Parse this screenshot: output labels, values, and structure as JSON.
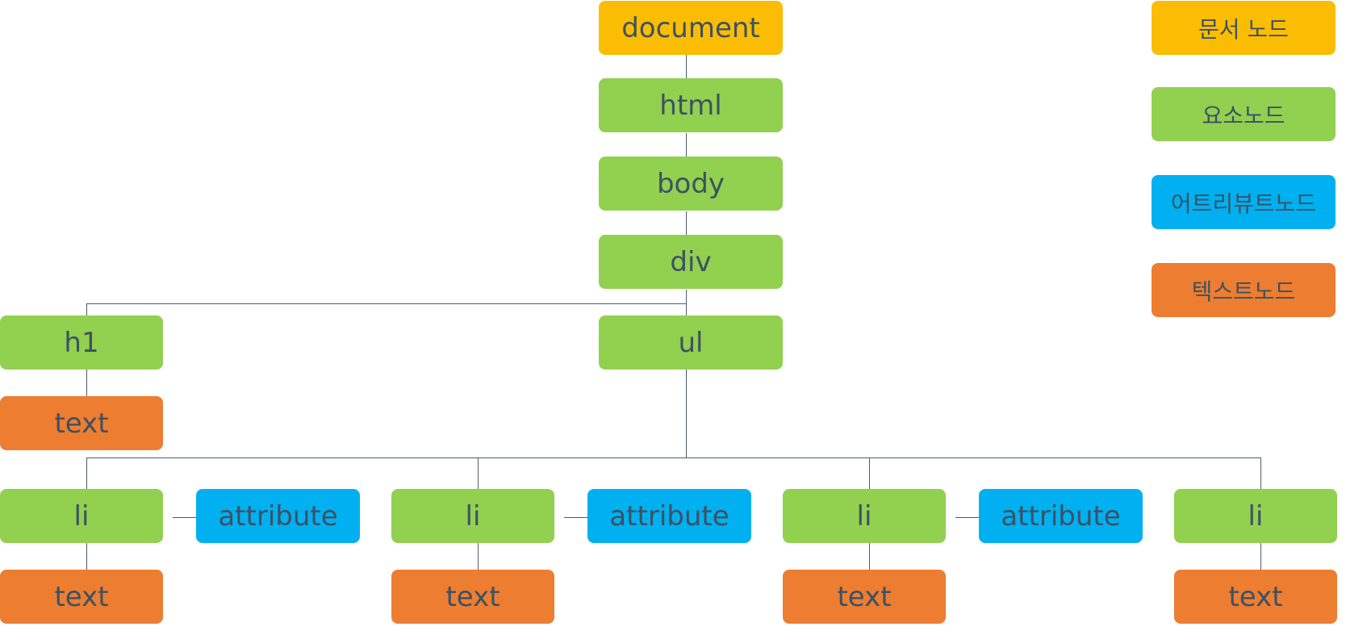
{
  "colors": {
    "document": "#fbbd04",
    "element": "#92d050",
    "attribute": "#00b0f0",
    "text": "#ed7d31",
    "label_text": "#3d5163",
    "connector": "#4a5d6e"
  },
  "tree": {
    "document": "document",
    "html": "html",
    "body": "body",
    "div": "div",
    "h1": "h1",
    "h1_text": "text",
    "ul": "ul",
    "items": [
      {
        "li": "li",
        "attribute": "attribute",
        "text": "text"
      },
      {
        "li": "li",
        "attribute": "attribute",
        "text": "text"
      },
      {
        "li": "li",
        "attribute": "attribute",
        "text": "text"
      },
      {
        "li": "li",
        "text": "text"
      }
    ]
  },
  "legend": {
    "document_node": "문서 노드",
    "element_node": "요소노드",
    "attribute_node": "어트리뷰트노드",
    "text_node": "텍스트노드"
  }
}
